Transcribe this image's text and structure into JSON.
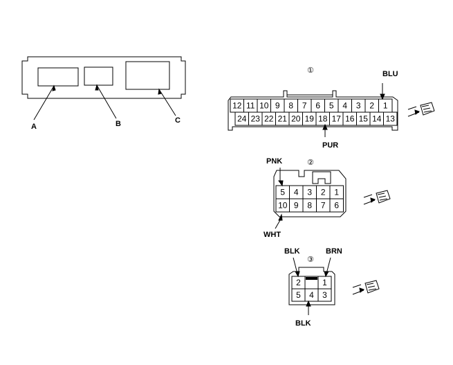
{
  "unit": {
    "labels": {
      "a": "A",
      "b": "B",
      "c": "C"
    }
  },
  "connector1": {
    "index": "①",
    "top_row": [
      "12",
      "11",
      "10",
      "9",
      "8",
      "7",
      "6",
      "5",
      "4",
      "3",
      "2",
      "1"
    ],
    "bottom_row": [
      "24",
      "23",
      "22",
      "21",
      "20",
      "19",
      "18",
      "17",
      "16",
      "15",
      "14",
      "13"
    ],
    "wire_labels": {
      "top": "BLU",
      "bottom": "PUR"
    }
  },
  "connector2": {
    "index": "②",
    "top_row": [
      "5",
      "4",
      "3",
      "2",
      "1"
    ],
    "bottom_row": [
      "10",
      "9",
      "8",
      "7",
      "6"
    ],
    "wire_labels": {
      "top": "PNK",
      "bottom": "WHT"
    }
  },
  "connector3": {
    "index": "③",
    "top_row": [
      "2",
      "",
      "1"
    ],
    "bottom_row": [
      "5",
      "4",
      "3"
    ],
    "wire_labels": {
      "top_left": "BLK",
      "top_right": "BRN",
      "bottom": "BLK"
    }
  },
  "icons": [
    "probe-icon",
    "probe-icon",
    "probe-icon"
  ]
}
